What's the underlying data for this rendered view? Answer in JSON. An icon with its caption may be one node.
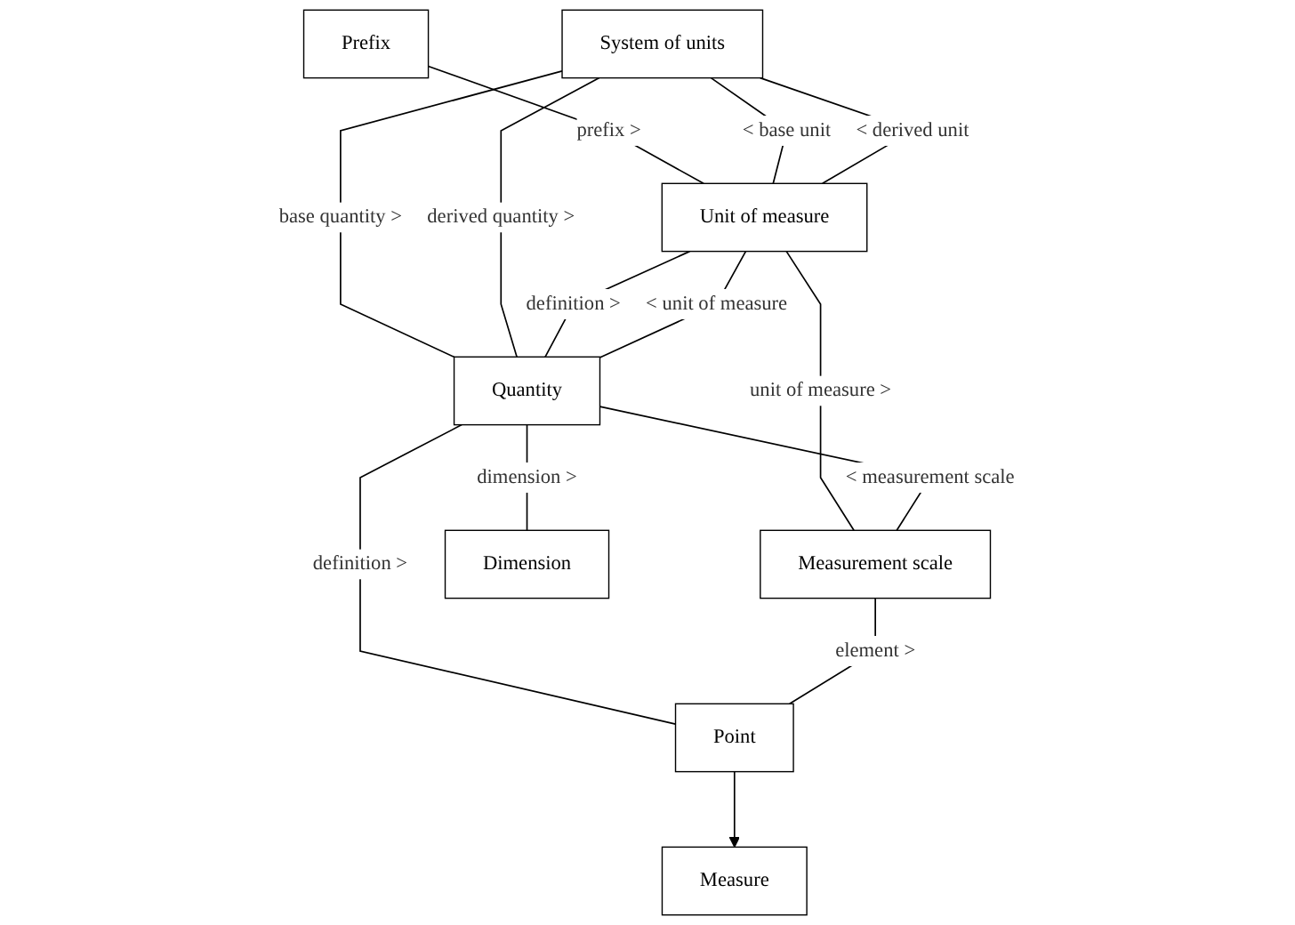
{
  "diagram": {
    "nodes": [
      {
        "text": [
          "Prefix"
        ]
      },
      {
        "text": [
          "System of units"
        ]
      },
      {
        "text": [
          "Unit of measure"
        ]
      },
      {
        "text": [
          "Quantity"
        ]
      },
      {
        "text": [
          "Measure"
        ]
      },
      {
        "text": [
          "Measurement scale"
        ]
      },
      {
        "text": [
          "Point"
        ]
      },
      {
        "text": [
          "Dimension"
        ]
      }
    ],
    "edges": [
      {
        "from": 0,
        "to": 2,
        "arrow": "none",
        "label": "prefix >"
      },
      {
        "from": 1,
        "to": 2,
        "arrow": "none",
        "label": "< base unit"
      },
      {
        "from": 1,
        "to": 2,
        "arrow": "none",
        "label": "< derived unit"
      },
      {
        "from": 1,
        "to": 3,
        "arrow": "none",
        "label": "base quantity >"
      },
      {
        "from": 1,
        "to": 3,
        "arrow": "none",
        "label": "derived quantity >"
      },
      {
        "from": 2,
        "to": 3,
        "arrow": "none",
        "label": "definition >"
      },
      {
        "from": 2,
        "to": 3,
        "arrow": "none",
        "label": "< unit of measure"
      },
      {
        "from": 2,
        "to": 5,
        "arrow": "none",
        "label": "unit of measure >"
      },
      {
        "from": 3,
        "to": 5,
        "arrow": "none",
        "label": "< measurement scale"
      },
      {
        "from": 3,
        "to": 6,
        "arrow": "none",
        "label": "definition >"
      },
      {
        "from": 3,
        "to": 7,
        "arrow": "none",
        "label": "dimension >"
      },
      {
        "from": 5,
        "to": 6,
        "arrow": "none",
        "label": "element >"
      },
      {
        "from": 6,
        "to": 4,
        "arrow": "to"
      }
    ]
  }
}
